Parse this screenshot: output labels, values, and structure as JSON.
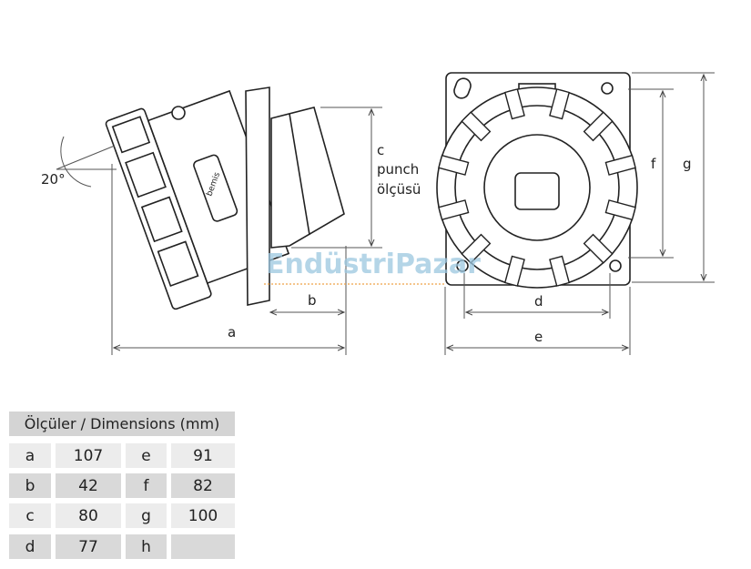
{
  "diagram": {
    "angle_label": "20°",
    "side_view": {
      "dim_a": "a",
      "dim_b": "b",
      "dim_c": "c",
      "dim_c_line2": "punch",
      "dim_c_line3": "ölçüsü",
      "brand_mark": "bemis"
    },
    "front_view": {
      "dim_d": "d",
      "dim_e": "e",
      "dim_f": "f",
      "dim_g": "g"
    },
    "watermark": "EndüstriPazar"
  },
  "table": {
    "title": "Ölçüler / Dimensions (mm)",
    "rows": [
      {
        "k1": "a",
        "v1": "107",
        "k2": "e",
        "v2": "91"
      },
      {
        "k1": "b",
        "v1": "42",
        "k2": "f",
        "v2": "82"
      },
      {
        "k1": "c",
        "v1": "80",
        "k2": "g",
        "v2": "100"
      },
      {
        "k1": "d",
        "v1": "77",
        "k2": "h",
        "v2": ""
      }
    ]
  },
  "colors": {
    "line": "#222222",
    "dim_line": "#555555",
    "watermark": "#9cc7e0",
    "watermark_accent": "#f0a040"
  }
}
